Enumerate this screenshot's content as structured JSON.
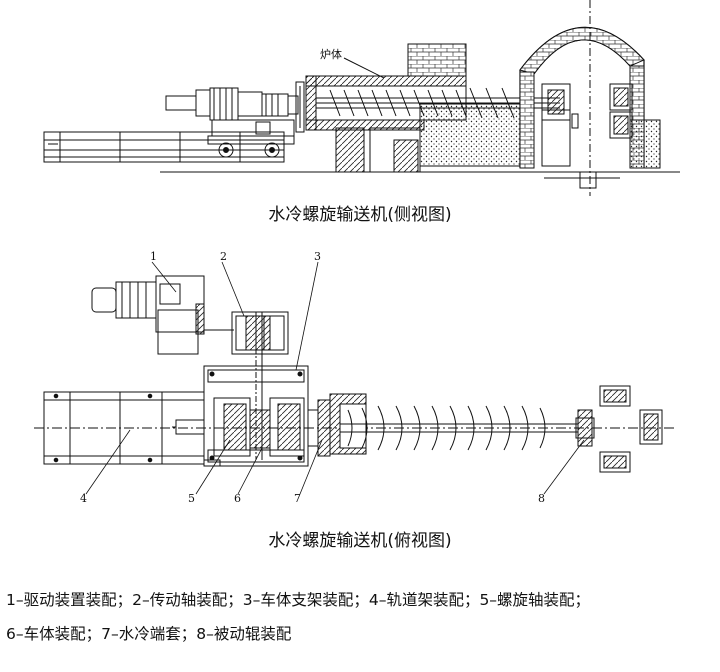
{
  "side_view": {
    "furnace_label": "炉体",
    "caption": "水冷螺旋输送机(侧视图)"
  },
  "top_view": {
    "caption": "水冷螺旋输送机(俯视图)",
    "callouts": [
      "1",
      "2",
      "3",
      "4",
      "5",
      "6",
      "7",
      "8"
    ]
  },
  "legend": {
    "line1": "1–驱动装置装配；2–传动轴装配；3–车体支架装配；4–轨道架装配；5–螺旋轴装配；",
    "line2": "6–车体装配；7–水冷端套；8–被动辊装配"
  }
}
